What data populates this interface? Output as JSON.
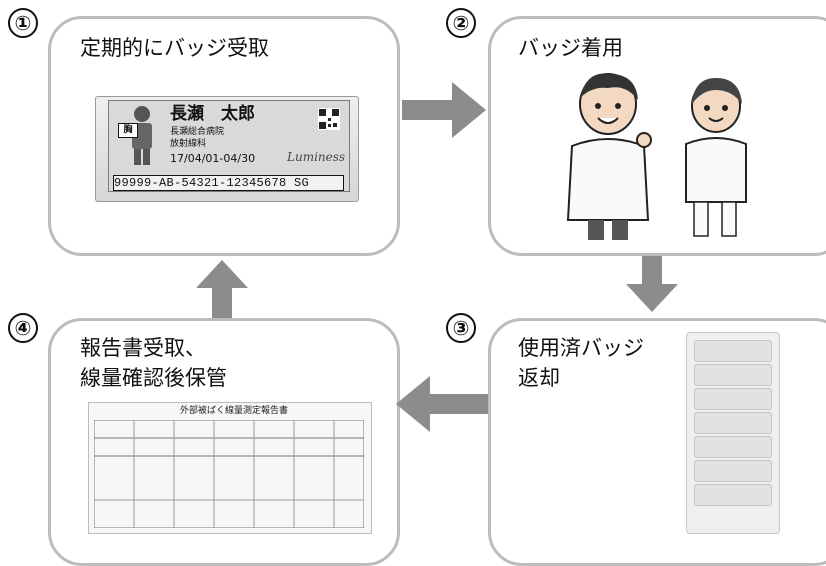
{
  "steps": [
    {
      "num": "①",
      "title": "定期的にバッジ受取"
    },
    {
      "num": "②",
      "title": "バッジ着用"
    },
    {
      "num": "③",
      "title": "使用済バッジ\n返却"
    },
    {
      "num": "④",
      "title": "報告書受取、\n線量確認後保管"
    }
  ],
  "badge": {
    "name": "長瀬　太郎",
    "hospital": "長瀬総合病院",
    "department": "放射線科",
    "date": "17/04/01-04/30",
    "brand": "Luminess",
    "chest": "胸",
    "id": "99999-AB-54321-12345678  SG"
  },
  "report": {
    "title": "外部被ばく線量測定報告書"
  },
  "colors": {
    "panel_border": "#bcbcbc",
    "arrow": "#8c8c8c"
  }
}
